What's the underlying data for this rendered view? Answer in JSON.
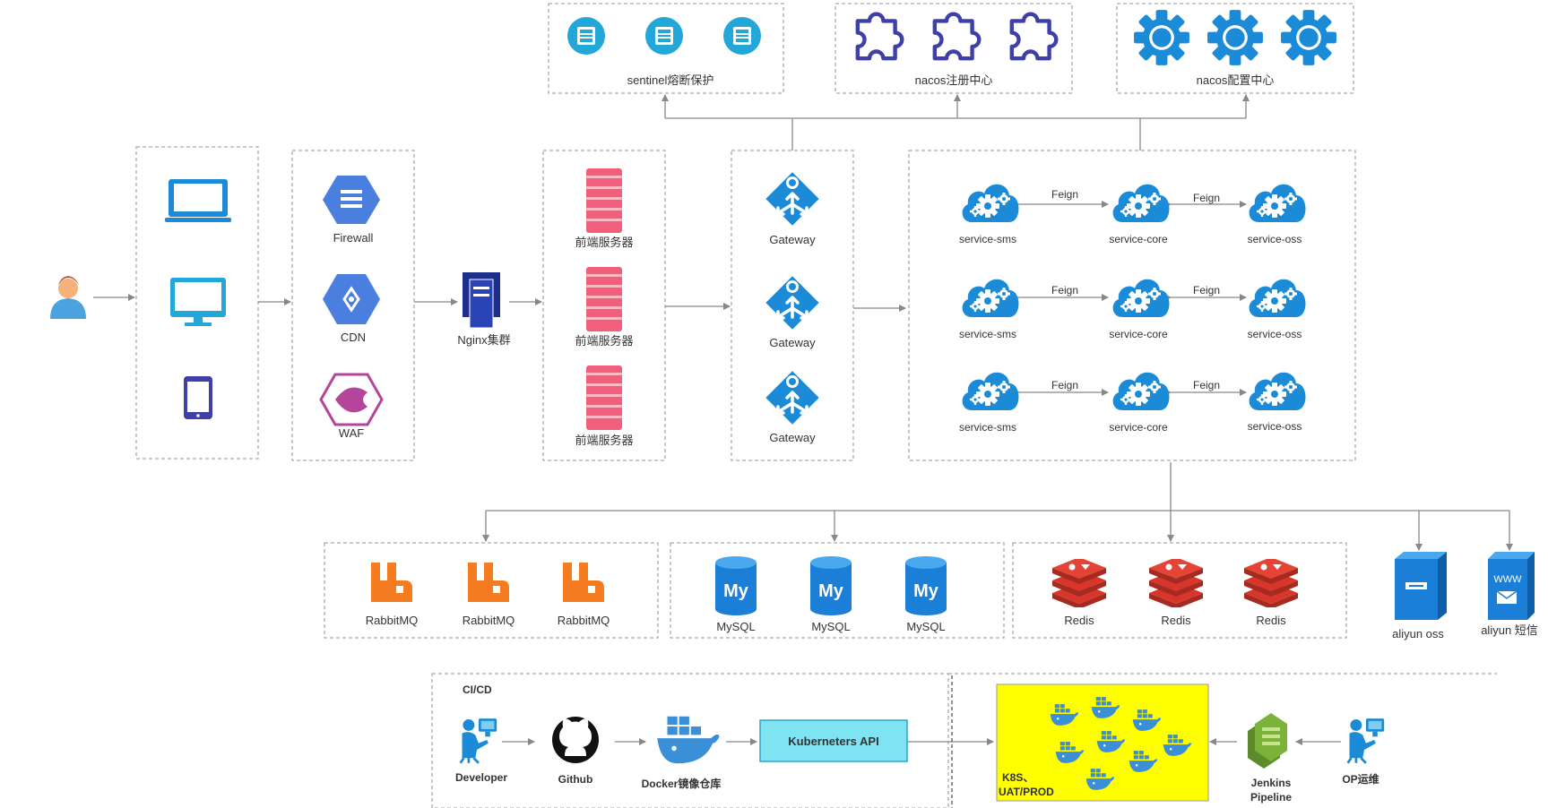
{
  "top": {
    "sentinel": "sentinel熔断保护",
    "nacos_registry": "nacos注册中心",
    "nacos_config": "nacos配置中心"
  },
  "security": {
    "firewall": "Firewall",
    "cdn": "CDN",
    "waf": "WAF"
  },
  "nginx": "Nginx集群",
  "frontend": [
    "前端服务器",
    "前端服务器",
    "前端服务器"
  ],
  "gateway": [
    "Gateway",
    "Gateway",
    "Gateway"
  ],
  "services": [
    {
      "a": "service-sms",
      "b": "service-core",
      "c": "service-oss",
      "link1": "Feign",
      "link2": "Feign"
    },
    {
      "a": "service-sms",
      "b": "service-core",
      "c": "service-oss",
      "link1": "Feign",
      "link2": "Feign"
    },
    {
      "a": "service-sms",
      "b": "service-core",
      "c": "service-oss",
      "link1": "Feign",
      "link2": "Feign"
    }
  ],
  "rabbitmq": [
    "RabbitMQ",
    "RabbitMQ",
    "RabbitMQ"
  ],
  "mysql": [
    "MySQL",
    "MySQL",
    "MySQL"
  ],
  "mysql_icon_text": "My",
  "redis": [
    "Redis",
    "Redis",
    "Redis"
  ],
  "aliyun_oss": "aliyun oss",
  "aliyun_sms": "aliyun 短信",
  "sms_icon_text": "WWW",
  "cicd": {
    "title": "CI/CD",
    "developer": "Developer",
    "github": "Github",
    "docker": "Docker镜像仓库",
    "k8s_api": "Kuberneters API",
    "k8s_env_line1": "K8S、",
    "k8s_env_line2": "UAT/PROD",
    "jenkins_line1": "Jenkins",
    "jenkins_line2": "Pipeline",
    "op": "OP运维"
  },
  "colors": {
    "blue": "#1b8bd8",
    "gcp_blue": "#4a7fe0",
    "pink": "#f25f7a",
    "orange": "#f47b20",
    "redis_red": "#d8362b",
    "yellow": "#ffff00",
    "cyan": "#7fe3f2",
    "line": "#888888"
  }
}
